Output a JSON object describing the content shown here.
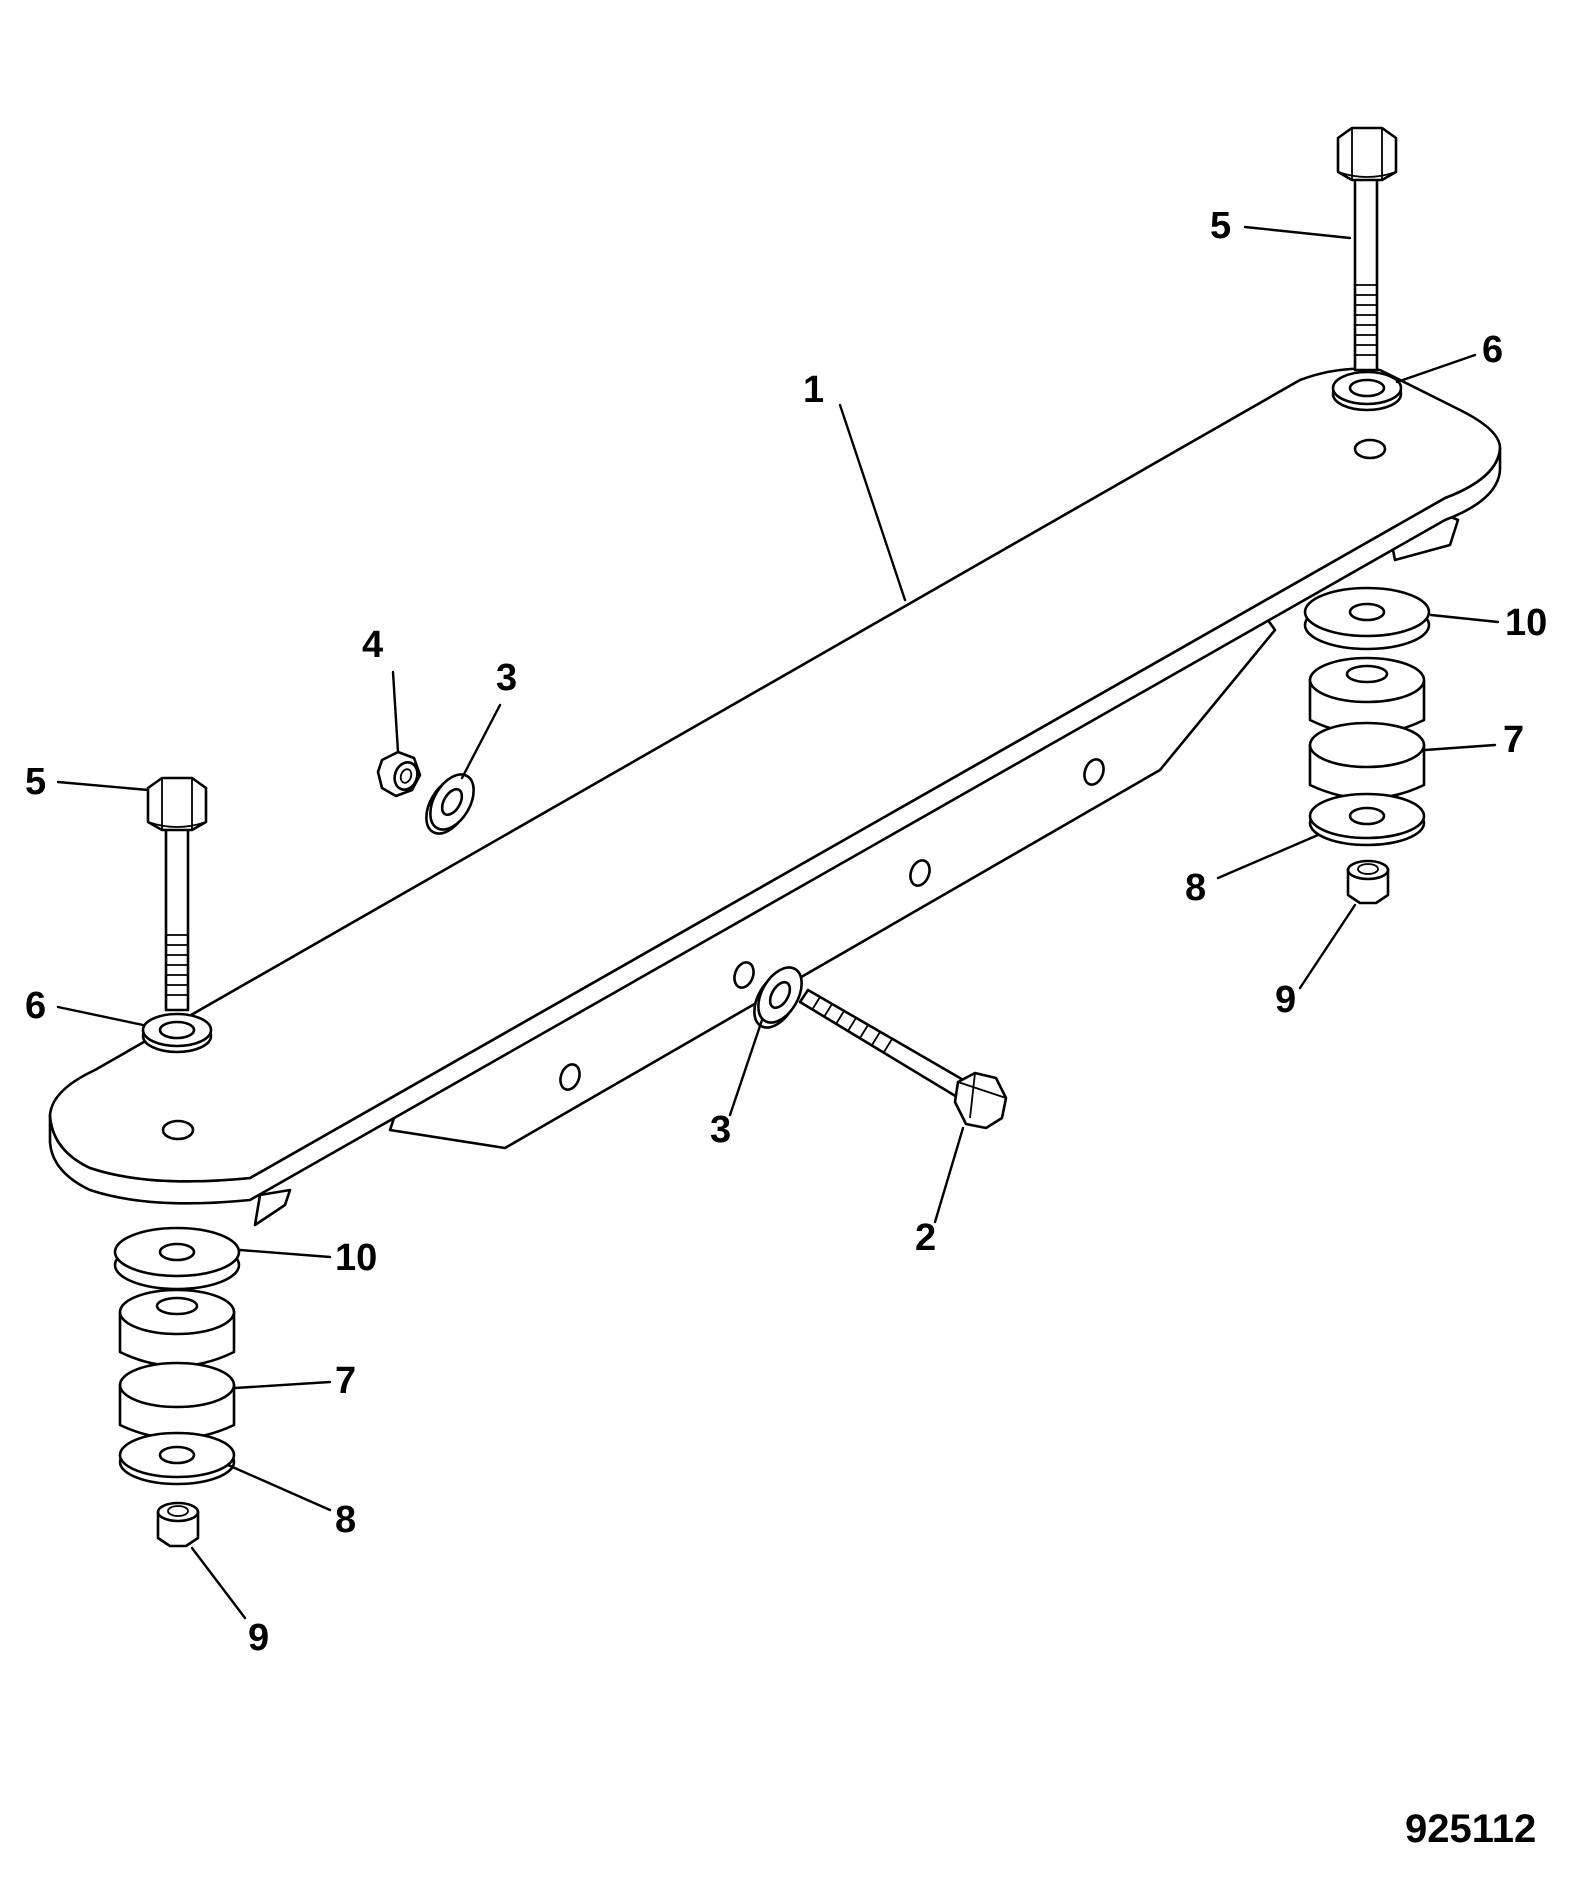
{
  "figure_number": "925112",
  "callouts": {
    "c1": "1",
    "c2": "2",
    "c3a": "3",
    "c3b": "3",
    "c4": "4",
    "c5a": "5",
    "c5b": "5",
    "c6a": "6",
    "c6b": "6",
    "c7a": "7",
    "c7b": "7",
    "c8a": "8",
    "c8b": "8",
    "c9a": "9",
    "c9b": "9",
    "c10a": "10",
    "c10b": "10"
  }
}
